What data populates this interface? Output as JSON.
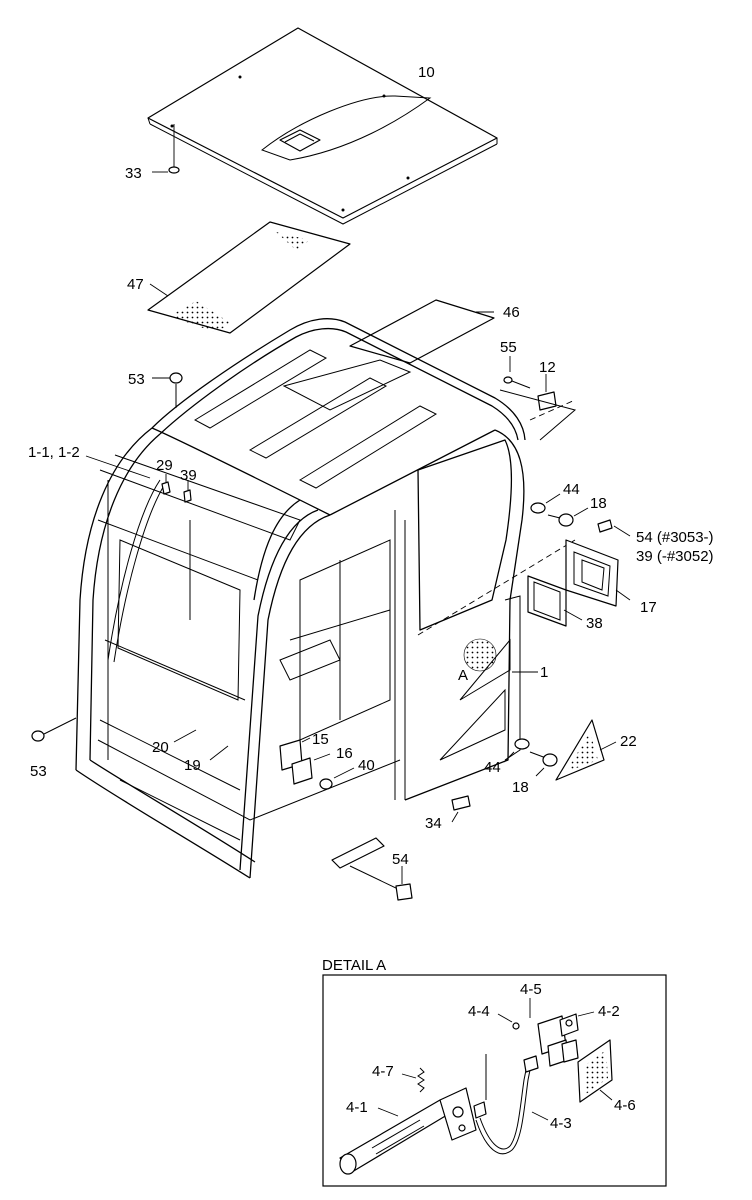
{
  "labels": {
    "p10": "10",
    "p33": "33",
    "p47": "47",
    "p46": "46",
    "p55": "55",
    "p12": "12",
    "p53a": "53",
    "p11": "1-1, 1-2",
    "p29": "29",
    "p39": "39",
    "p44a": "44",
    "p18a": "18",
    "p54b": "54 (#3053-)",
    "p39b": "39 (-#3052)",
    "p17": "17",
    "p38": "38",
    "p1": "1",
    "pA": "A",
    "p22": "22",
    "p53b": "53",
    "p20": "20",
    "p19": "19",
    "p15": "15",
    "p16": "16",
    "p40": "40",
    "p44b": "44",
    "p18b": "18",
    "p34": "34",
    "p54a": "54"
  },
  "detail": {
    "title": "DETAIL A",
    "p45": "4-5",
    "p44": "4-4",
    "p42": "4-2",
    "p47": "4-7",
    "p41": "4-1",
    "p46": "4-6",
    "p43": "4-3"
  }
}
